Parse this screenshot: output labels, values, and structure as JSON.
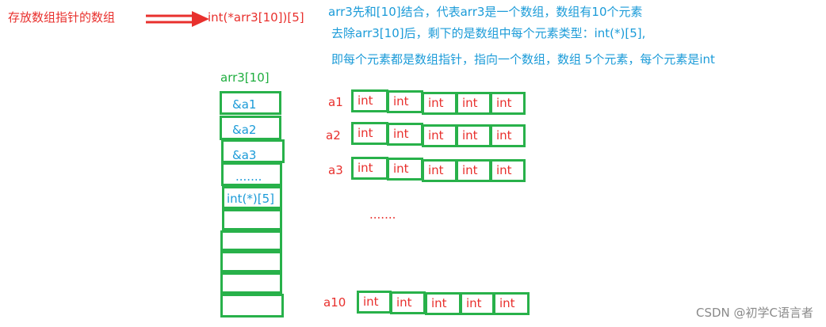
{
  "left_label": "存放数组指针的数组",
  "declaration": "int(*arr3[10])[5]",
  "notes": [
    "arr3先和[10]结合，代表arr3是一个数组，数组有10个元素",
    "去除arr3[10]后，剩下的是数组中每个元素类型：int(*)[5],",
    "即每个元素都是数组指针，指向一个数组，数组 5个元素，每个元素是int"
  ],
  "array": {
    "title": "arr3[10]",
    "cells": [
      "&a1",
      "&a2",
      "&a3",
      ".......",
      "int(*)[5]",
      "",
      "",
      "",
      "",
      ""
    ]
  },
  "rows": [
    {
      "label": "a1",
      "cells": [
        "int",
        "int",
        "int",
        "int",
        "int"
      ]
    },
    {
      "label": "a2",
      "cells": [
        "int",
        "int",
        "int",
        "int",
        "int"
      ]
    },
    {
      "label": "a3",
      "cells": [
        "int",
        "int",
        "int",
        "int",
        "int"
      ]
    },
    {
      "label": "a10",
      "cells": [
        "int",
        "int",
        "int",
        "int",
        "int"
      ]
    }
  ],
  "ellipsis": ".......",
  "watermark": "CSDN @初学C语言者",
  "colors": {
    "red": "#e8302d",
    "blue": "#1b9bd8",
    "green": "#28b14a"
  }
}
